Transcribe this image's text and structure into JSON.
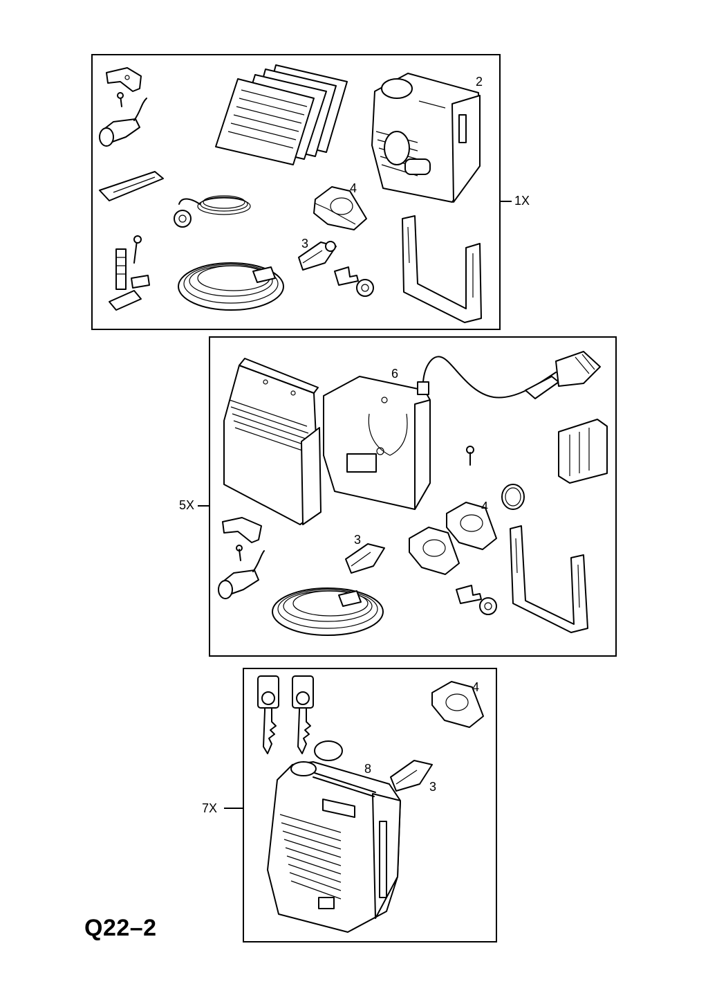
{
  "sheet_id": "Q22–2",
  "groups": [
    {
      "label": "1X"
    },
    {
      "label": "5X"
    },
    {
      "label": "7X"
    }
  ],
  "callouts": {
    "g1": [
      "2",
      "4",
      "3"
    ],
    "g2": [
      "6",
      "4",
      "3"
    ],
    "g3": [
      "4",
      "8",
      "3"
    ]
  },
  "icons": [
    "bracket-icon",
    "manual-icon",
    "speaker-unit-icon",
    "remote-transmitter-icon",
    "key-fob-icon",
    "antenna-icon",
    "cable-icon",
    "connector-plug-icon",
    "mounting-bracket-icon",
    "key-icon",
    "bottle-icon"
  ]
}
